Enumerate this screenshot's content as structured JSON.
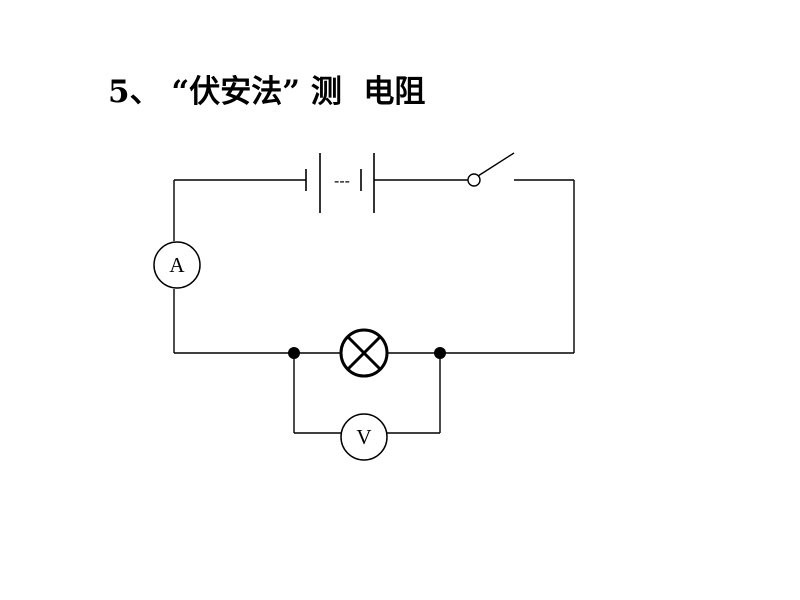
{
  "title": "5、 “伏安法” 测  电阻",
  "diagram": {
    "ammeter_label": "A",
    "voltmeter_label": "V",
    "battery_dashes": "---"
  }
}
